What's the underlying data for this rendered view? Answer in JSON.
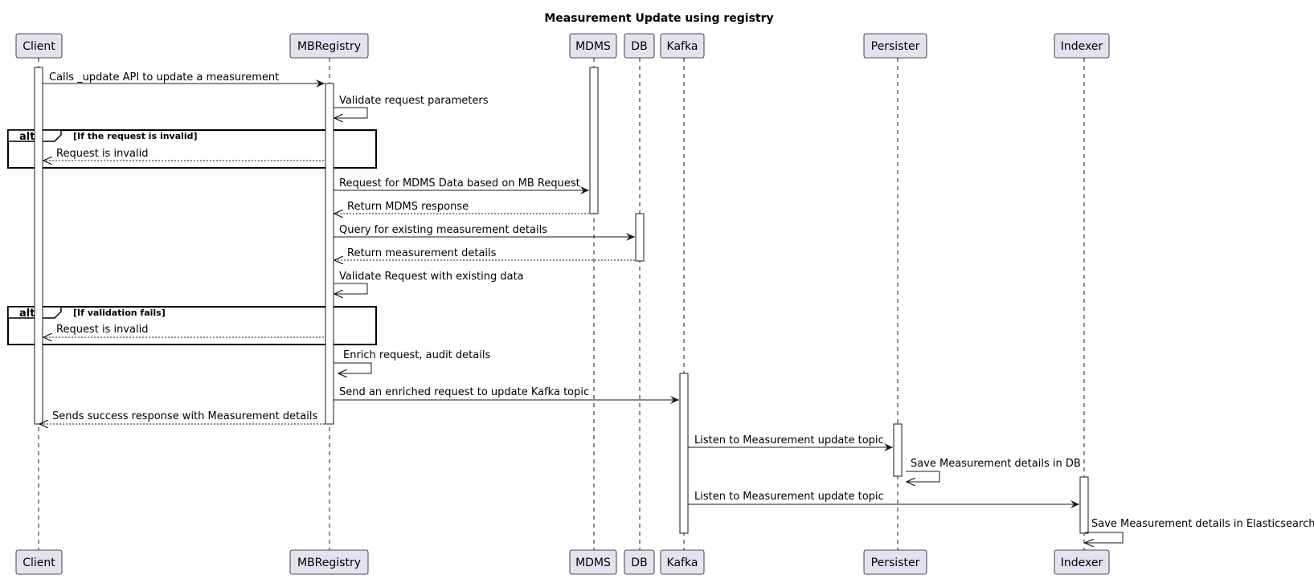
{
  "title": "Measurement Update using registry",
  "participants": [
    "Client",
    "MBRegistry",
    "MDMS",
    "DB",
    "Kafka",
    "Persister",
    "Indexer"
  ],
  "messages": [
    {
      "text": "Calls _update API to update a measurement",
      "from": "Client",
      "to": "MBRegistry",
      "style": "solid"
    },
    {
      "text": "Validate request parameters",
      "from": "MBRegistry",
      "to": "MBRegistry",
      "style": "solid"
    },
    {
      "text": "Request is invalid",
      "from": "MBRegistry",
      "to": "Client",
      "style": "dashed"
    },
    {
      "text": "Request for MDMS Data based on MB Request",
      "from": "MBRegistry",
      "to": "MDMS",
      "style": "solid"
    },
    {
      "text": "Return MDMS response",
      "from": "MDMS",
      "to": "MBRegistry",
      "style": "dashed"
    },
    {
      "text": "Query for existing measurement details",
      "from": "MBRegistry",
      "to": "DB",
      "style": "solid"
    },
    {
      "text": "Return measurement details",
      "from": "DB",
      "to": "MBRegistry",
      "style": "dashed"
    },
    {
      "text": "Validate Request with existing data",
      "from": "MBRegistry",
      "to": "MBRegistry",
      "style": "solid"
    },
    {
      "text": "Request is invalid",
      "from": "MBRegistry",
      "to": "Client",
      "style": "dashed"
    },
    {
      "text": "Enrich request, audit details",
      "from": "MBRegistry",
      "to": "MBRegistry",
      "style": "solid"
    },
    {
      "text": "Send an enriched request to update Kafka topic",
      "from": "MBRegistry",
      "to": "Kafka",
      "style": "solid"
    },
    {
      "text": "Sends success response with Measurement details",
      "from": "MBRegistry",
      "to": "Client",
      "style": "dashed"
    },
    {
      "text": "Listen to Measurement update topic",
      "from": "Kafka",
      "to": "Persister",
      "style": "solid"
    },
    {
      "text": "Save Measurement details in DB",
      "from": "Persister",
      "to": "Persister",
      "style": "solid"
    },
    {
      "text": "Listen to Measurement update topic",
      "from": "Kafka",
      "to": "Indexer",
      "style": "solid"
    },
    {
      "text": "Save Measurement details in Elasticsearch",
      "from": "Indexer",
      "to": "Indexer",
      "style": "solid"
    }
  ],
  "alt_blocks": [
    {
      "keyword": "alt",
      "condition": "[If the request is invalid]"
    },
    {
      "keyword": "alt",
      "condition": "[If validation fails]"
    }
  ],
  "colors": {
    "participant_fill": "#e2e2f0",
    "participant_border": "#181818",
    "line": "#181818"
  }
}
